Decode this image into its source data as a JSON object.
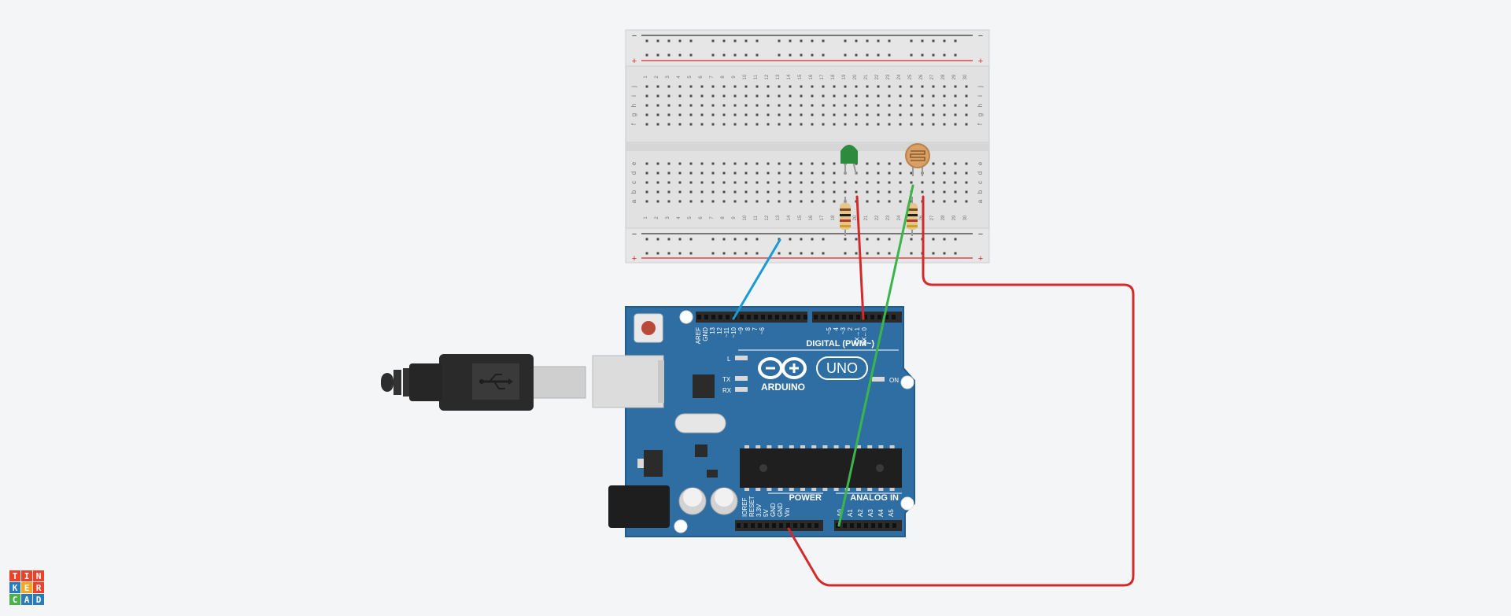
{
  "app": {
    "logo_letters": [
      "T",
      "I",
      "N",
      "K",
      "E",
      "R",
      "C",
      "A",
      "D"
    ],
    "logo_colors": [
      "#e8432b",
      "#e8432b",
      "#e8432b",
      "#2b7bb9",
      "#f5a623",
      "#e8432b",
      "#4caf50",
      "#2b7bb9",
      "#2b7bb9"
    ]
  },
  "breadboard": {
    "rail_labels": {
      "minus": "−",
      "plus": "+"
    },
    "row_letters_top": [
      "j",
      "i",
      "h",
      "g",
      "f"
    ],
    "row_letters_bottom": [
      "e",
      "d",
      "c",
      "b",
      "a"
    ],
    "columns": [
      "1",
      "2",
      "3",
      "4",
      "5",
      "6",
      "7",
      "8",
      "9",
      "10",
      "11",
      "12",
      "13",
      "14",
      "15",
      "16",
      "17",
      "18",
      "19",
      "20",
      "21",
      "22",
      "23",
      "24",
      "25",
      "26",
      "27",
      "28",
      "29",
      "30"
    ]
  },
  "arduino": {
    "brand": "ARDUINO",
    "model": "UNO",
    "on_label": "ON",
    "l_label": "L",
    "tx_label": "TX",
    "rx_label": "RX",
    "digital_label": "DIGITAL (PWM~)",
    "power_label": "POWER",
    "analog_label": "ANALOG IN",
    "digital_pins": [
      "AREF",
      "GND",
      "13",
      "12",
      "~11",
      "~10",
      "~9",
      "8",
      "7",
      "~6",
      "~5",
      "4",
      "~3",
      "2",
      "TX→1",
      "RX←0"
    ],
    "power_pins": [
      "IOREF",
      "RESET",
      "3.3V",
      "5V",
      "GND",
      "GND",
      "Vin"
    ],
    "analog_pins": [
      "A0",
      "A1",
      "A2",
      "A3",
      "A4",
      "A5"
    ]
  },
  "components": {
    "led_color": "#2e8b3e",
    "photoresistor_color": "#d9a066",
    "wire_colors": {
      "gnd": "#1a9bd6",
      "signal": "#d42a2a",
      "analog": "#3ab54a"
    }
  }
}
